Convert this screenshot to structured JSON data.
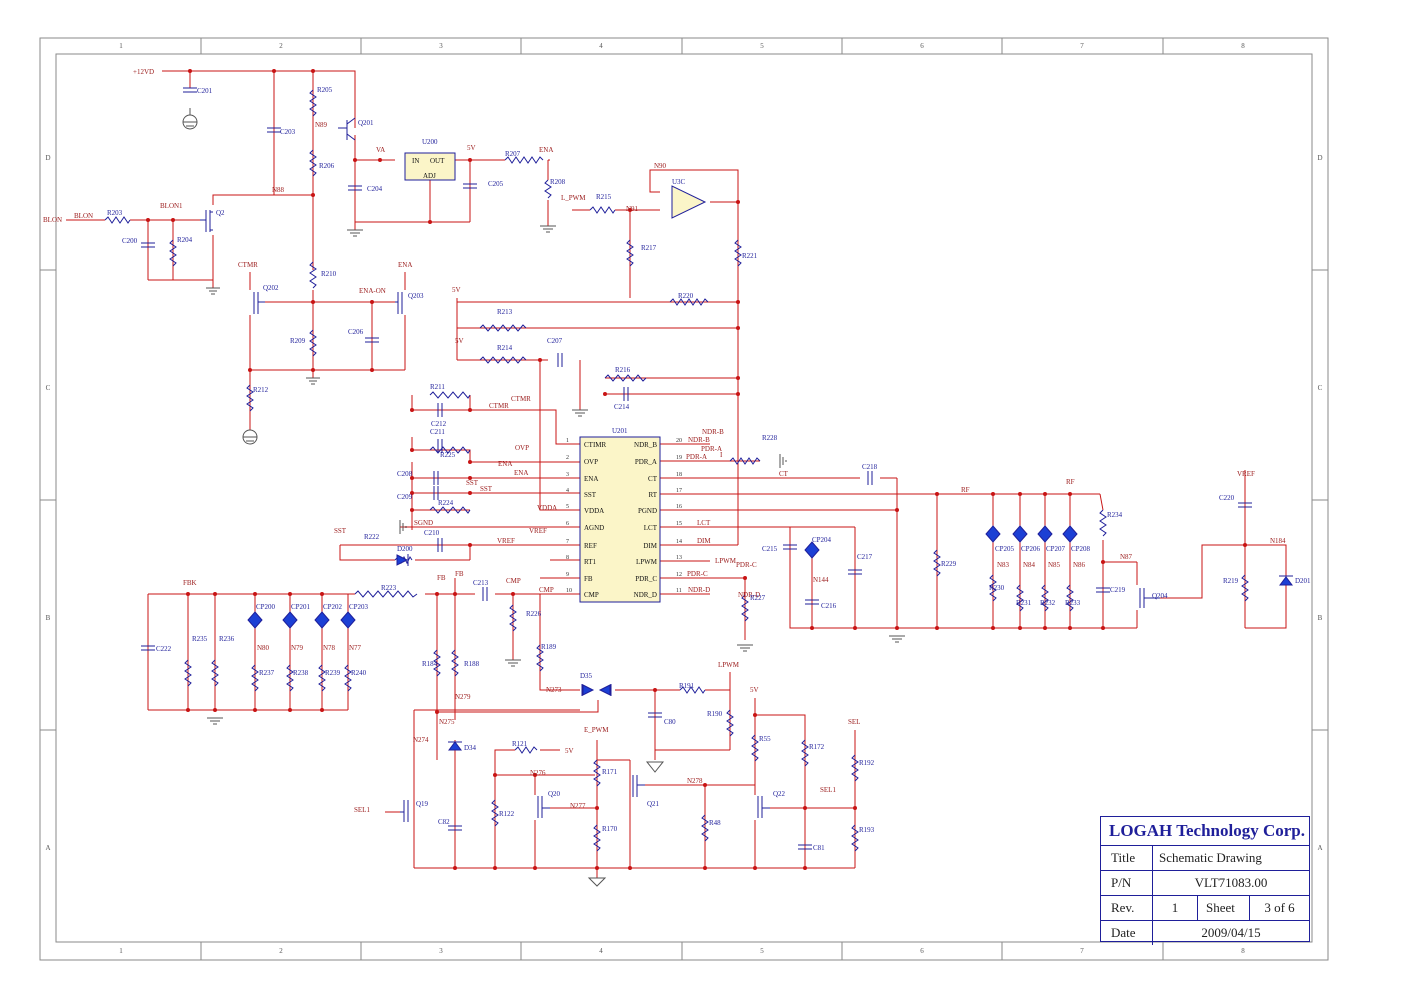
{
  "title_block": {
    "company": "LOGAH Technology Corp.",
    "title_label": "Title",
    "title_value": "Schematic Drawing",
    "pn_label": "P/N",
    "pn_value": "VLT71083.00",
    "rev_label": "Rev.",
    "rev_value": "1",
    "sheet_label": "Sheet",
    "sheet_value": "3 of 6",
    "date_label": "Date",
    "date_value": "2009/04/15"
  },
  "zones": {
    "columns": [
      "1",
      "2",
      "3",
      "4",
      "5",
      "6",
      "7",
      "8"
    ],
    "rows": [
      "D",
      "C",
      "B",
      "A"
    ]
  },
  "ic": {
    "ref": "U201",
    "left_pins": [
      {
        "num": "1",
        "name": "CTIMR"
      },
      {
        "num": "2",
        "name": "OVP"
      },
      {
        "num": "3",
        "name": "ENA"
      },
      {
        "num": "4",
        "name": "SST"
      },
      {
        "num": "5",
        "name": "VDDA"
      },
      {
        "num": "6",
        "name": "AGND"
      },
      {
        "num": "7",
        "name": "REF"
      },
      {
        "num": "8",
        "name": "RT1"
      },
      {
        "num": "9",
        "name": "FB"
      },
      {
        "num": "10",
        "name": "CMP"
      }
    ],
    "right_pins": [
      {
        "num": "20",
        "name": "NDR_B"
      },
      {
        "num": "19",
        "name": "PDR_A"
      },
      {
        "num": "18",
        "name": "CT"
      },
      {
        "num": "17",
        "name": "RT"
      },
      {
        "num": "16",
        "name": "PGND"
      },
      {
        "num": "15",
        "name": "LCT"
      },
      {
        "num": "14",
        "name": "DIM"
      },
      {
        "num": "13",
        "name": "LPWM"
      },
      {
        "num": "12",
        "name": "PDR_C"
      },
      {
        "num": "11",
        "name": "NDR_D"
      }
    ]
  },
  "regulator": {
    "ref": "U200",
    "pin_in": "IN",
    "pin_out": "OUT",
    "pin_adj": "ADJ"
  },
  "opamp": {
    "ref": "U3C"
  },
  "labels": [
    {
      "id": "l0",
      "text": "+12VD",
      "cls": "net"
    },
    {
      "id": "l1",
      "text": "C201",
      "cls": "lbl"
    },
    {
      "id": "l2",
      "text": "R205",
      "cls": "lbl"
    },
    {
      "id": "l3",
      "text": "Q201",
      "cls": "lbl"
    },
    {
      "id": "l4",
      "text": "N89",
      "cls": "net"
    },
    {
      "id": "l5",
      "text": "C203",
      "cls": "lbl"
    },
    {
      "id": "l6",
      "text": "R206",
      "cls": "lbl"
    },
    {
      "id": "l7",
      "text": "VA",
      "cls": "net"
    },
    {
      "id": "l8",
      "text": "C204",
      "cls": "lbl"
    },
    {
      "id": "l9",
      "text": "5V",
      "cls": "net"
    },
    {
      "id": "l10",
      "text": "C205",
      "cls": "lbl"
    },
    {
      "id": "l11",
      "text": "R207",
      "cls": "lbl"
    },
    {
      "id": "l12",
      "text": "ENA",
      "cls": "net"
    },
    {
      "id": "l13",
      "text": "R208",
      "cls": "lbl"
    },
    {
      "id": "l14",
      "text": "N90",
      "cls": "net"
    },
    {
      "id": "l15",
      "text": "L_PWM",
      "cls": "net"
    },
    {
      "id": "l16",
      "text": "R215",
      "cls": "lbl"
    },
    {
      "id": "l17",
      "text": "N91",
      "cls": "net"
    },
    {
      "id": "l18",
      "text": "R217",
      "cls": "lbl"
    },
    {
      "id": "l19",
      "text": "R221",
      "cls": "lbl"
    },
    {
      "id": "l20",
      "text": "BLON",
      "cls": "net"
    },
    {
      "id": "l21",
      "text": "BLON",
      "cls": "net"
    },
    {
      "id": "l22",
      "text": "R203",
      "cls": "lbl"
    },
    {
      "id": "l23",
      "text": "BLON1",
      "cls": "net"
    },
    {
      "id": "l24",
      "text": "Q2",
      "cls": "lbl"
    },
    {
      "id": "l25",
      "text": "N88",
      "cls": "net"
    },
    {
      "id": "l26",
      "text": "C200",
      "cls": "lbl"
    },
    {
      "id": "l27",
      "text": "R204",
      "cls": "lbl"
    },
    {
      "id": "l28",
      "text": "CTMR",
      "cls": "net"
    },
    {
      "id": "l29",
      "text": "R210",
      "cls": "lbl"
    },
    {
      "id": "l30",
      "text": "ENA",
      "cls": "net"
    },
    {
      "id": "l31",
      "text": "Q202",
      "cls": "lbl"
    },
    {
      "id": "l32",
      "text": "ENA-ON",
      "cls": "net"
    },
    {
      "id": "l33",
      "text": "Q203",
      "cls": "lbl"
    },
    {
      "id": "l34",
      "text": "C206",
      "cls": "lbl"
    },
    {
      "id": "l35",
      "text": "R209",
      "cls": "lbl"
    },
    {
      "id": "l36",
      "text": "R212",
      "cls": "lbl"
    },
    {
      "id": "l37",
      "text": "5V",
      "cls": "net"
    },
    {
      "id": "l38",
      "text": "R220",
      "cls": "lbl"
    },
    {
      "id": "l39",
      "text": "R213",
      "cls": "lbl"
    },
    {
      "id": "l40",
      "text": "5V",
      "cls": "net"
    },
    {
      "id": "l41",
      "text": "R214",
      "cls": "lbl"
    },
    {
      "id": "l42",
      "text": "C207",
      "cls": "lbl"
    },
    {
      "id": "l43",
      "text": "R216",
      "cls": "lbl"
    },
    {
      "id": "l44",
      "text": "C214",
      "cls": "lbl"
    },
    {
      "id": "l45",
      "text": "R211",
      "cls": "lbl"
    },
    {
      "id": "l46",
      "text": "CTMR",
      "cls": "net"
    },
    {
      "id": "l47",
      "text": "CTMR",
      "cls": "net"
    },
    {
      "id": "l48",
      "text": "C212",
      "cls": "lbl"
    },
    {
      "id": "l49",
      "text": "C211",
      "cls": "lbl"
    },
    {
      "id": "l50",
      "text": "OVP",
      "cls": "net"
    },
    {
      "id": "l51",
      "text": "R225",
      "cls": "lbl"
    },
    {
      "id": "l52",
      "text": "ENA",
      "cls": "net"
    },
    {
      "id": "l53",
      "text": "ENA",
      "cls": "net"
    },
    {
      "id": "l54",
      "text": "C208",
      "cls": "lbl"
    },
    {
      "id": "l55",
      "text": "SST",
      "cls": "net"
    },
    {
      "id": "l56",
      "text": "SST",
      "cls": "net"
    },
    {
      "id": "l57",
      "text": "C209",
      "cls": "lbl"
    },
    {
      "id": "l58",
      "text": "R224",
      "cls": "lbl"
    },
    {
      "id": "l59",
      "text": "VDDA",
      "cls": "net"
    },
    {
      "id": "l60",
      "text": "SGND",
      "cls": "net"
    },
    {
      "id": "l61",
      "text": "SST",
      "cls": "net"
    },
    {
      "id": "l62",
      "text": "R222",
      "cls": "lbl"
    },
    {
      "id": "l63",
      "text": "C210",
      "cls": "lbl"
    },
    {
      "id": "l64",
      "text": "VREF",
      "cls": "net"
    },
    {
      "id": "l65",
      "text": "VREF",
      "cls": "net"
    },
    {
      "id": "l66",
      "text": "D200",
      "cls": "lbl"
    },
    {
      "id": "l67",
      "text": "U201",
      "cls": "lbl"
    },
    {
      "id": "l68",
      "text": "NDR-B",
      "cls": "net"
    },
    {
      "id": "l69",
      "text": "NDR-B",
      "cls": "net"
    },
    {
      "id": "l70",
      "text": "PDR-A",
      "cls": "net"
    },
    {
      "id": "l71",
      "text": "PDR-A",
      "cls": "net"
    },
    {
      "id": "l72",
      "text": "R228",
      "cls": "lbl"
    },
    {
      "id": "l73",
      "text": "CT",
      "cls": "net"
    },
    {
      "id": "l74",
      "text": "C218",
      "cls": "lbl"
    },
    {
      "id": "l75",
      "text": "RF",
      "cls": "net"
    },
    {
      "id": "l76",
      "text": "RF",
      "cls": "net"
    },
    {
      "id": "l77",
      "text": "LCT",
      "cls": "net"
    },
    {
      "id": "l78",
      "text": "DIM",
      "cls": "net"
    },
    {
      "id": "l79",
      "text": "LPWM",
      "cls": "net"
    },
    {
      "id": "l80",
      "text": "PDR-C",
      "cls": "net"
    },
    {
      "id": "l81",
      "text": "PDR-C",
      "cls": "net"
    },
    {
      "id": "l82",
      "text": "NDR-D",
      "cls": "net"
    },
    {
      "id": "l83",
      "text": "NDR-D",
      "cls": "net"
    },
    {
      "id": "l84",
      "text": "R227",
      "cls": "lbl"
    },
    {
      "id": "l85",
      "text": "C215",
      "cls": "lbl"
    },
    {
      "id": "l86",
      "text": "CP204",
      "cls": "lbl"
    },
    {
      "id": "l87",
      "text": "N144",
      "cls": "net"
    },
    {
      "id": "l88",
      "text": "C216",
      "cls": "lbl"
    },
    {
      "id": "l89",
      "text": "C217",
      "cls": "lbl"
    },
    {
      "id": "l90",
      "text": "R229",
      "cls": "lbl"
    },
    {
      "id": "l91",
      "text": "CP205",
      "cls": "lbl"
    },
    {
      "id": "l92",
      "text": "CP206",
      "cls": "lbl"
    },
    {
      "id": "l93",
      "text": "CP207",
      "cls": "lbl"
    },
    {
      "id": "l94",
      "text": "CP208",
      "cls": "lbl"
    },
    {
      "id": "l95",
      "text": "N83",
      "cls": "net"
    },
    {
      "id": "l96",
      "text": "N84",
      "cls": "net"
    },
    {
      "id": "l97",
      "text": "N85",
      "cls": "net"
    },
    {
      "id": "l98",
      "text": "N86",
      "cls": "net"
    },
    {
      "id": "l99",
      "text": "R230",
      "cls": "lbl"
    },
    {
      "id": "l100",
      "text": "R231",
      "cls": "lbl"
    },
    {
      "id": "l101",
      "text": "R232",
      "cls": "lbl"
    },
    {
      "id": "l102",
      "text": "R233",
      "cls": "lbl"
    },
    {
      "id": "l103",
      "text": "R234",
      "cls": "lbl"
    },
    {
      "id": "l104",
      "text": "N87",
      "cls": "net"
    },
    {
      "id": "l105",
      "text": "C219",
      "cls": "lbl"
    },
    {
      "id": "l106",
      "text": "Q204",
      "cls": "lbl"
    },
    {
      "id": "l107",
      "text": "VREF",
      "cls": "net"
    },
    {
      "id": "l108",
      "text": "C220",
      "cls": "lbl"
    },
    {
      "id": "l109",
      "text": "N184",
      "cls": "net"
    },
    {
      "id": "l110",
      "text": "R219",
      "cls": "lbl"
    },
    {
      "id": "l111",
      "text": "D201",
      "cls": "lbl"
    },
    {
      "id": "l112",
      "text": "FBK",
      "cls": "net"
    },
    {
      "id": "l113",
      "text": "R223",
      "cls": "lbl"
    },
    {
      "id": "l114",
      "text": "FB",
      "cls": "net"
    },
    {
      "id": "l115",
      "text": "FB",
      "cls": "net"
    },
    {
      "id": "l116",
      "text": "C213",
      "cls": "lbl"
    },
    {
      "id": "l117",
      "text": "CMP",
      "cls": "net"
    },
    {
      "id": "l118",
      "text": "CMP",
      "cls": "net"
    },
    {
      "id": "l119",
      "text": "R226",
      "cls": "lbl"
    },
    {
      "id": "l120",
      "text": "CP200",
      "cls": "lbl"
    },
    {
      "id": "l121",
      "text": "CP201",
      "cls": "lbl"
    },
    {
      "id": "l122",
      "text": "CP202",
      "cls": "lbl"
    },
    {
      "id": "l123",
      "text": "CP203",
      "cls": "lbl"
    },
    {
      "id": "l124",
      "text": "C222",
      "cls": "lbl"
    },
    {
      "id": "l125",
      "text": "R235",
      "cls": "lbl"
    },
    {
      "id": "l126",
      "text": "R236",
      "cls": "lbl"
    },
    {
      "id": "l127",
      "text": "N80",
      "cls": "net"
    },
    {
      "id": "l128",
      "text": "N79",
      "cls": "net"
    },
    {
      "id": "l129",
      "text": "N78",
      "cls": "net"
    },
    {
      "id": "l130",
      "text": "N77",
      "cls": "net"
    },
    {
      "id": "l131",
      "text": "R237",
      "cls": "lbl"
    },
    {
      "id": "l132",
      "text": "R238",
      "cls": "lbl"
    },
    {
      "id": "l133",
      "text": "R239",
      "cls": "lbl"
    },
    {
      "id": "l134",
      "text": "R240",
      "cls": "lbl"
    },
    {
      "id": "l135",
      "text": "R184",
      "cls": "lbl"
    },
    {
      "id": "l136",
      "text": "R188",
      "cls": "lbl"
    },
    {
      "id": "l137",
      "text": "N279",
      "cls": "net"
    },
    {
      "id": "l138",
      "text": "N275",
      "cls": "net"
    },
    {
      "id": "l139",
      "text": "R189",
      "cls": "lbl"
    },
    {
      "id": "l140",
      "text": "D35",
      "cls": "lbl"
    },
    {
      "id": "l141",
      "text": "N273",
      "cls": "net"
    },
    {
      "id": "l142",
      "text": "R191",
      "cls": "lbl"
    },
    {
      "id": "l143",
      "text": "LPWM",
      "cls": "net"
    },
    {
      "id": "l144",
      "text": "C80",
      "cls": "lbl"
    },
    {
      "id": "l145",
      "text": "R190",
      "cls": "lbl"
    },
    {
      "id": "l146",
      "text": "5V",
      "cls": "net"
    },
    {
      "id": "l147",
      "text": "N274",
      "cls": "net"
    },
    {
      "id": "l148",
      "text": "D34",
      "cls": "lbl"
    },
    {
      "id": "l149",
      "text": "E_PWM",
      "cls": "net"
    },
    {
      "id": "l150",
      "text": "R121",
      "cls": "lbl"
    },
    {
      "id": "l151",
      "text": "5V",
      "cls": "net"
    },
    {
      "id": "l152",
      "text": "N276",
      "cls": "net"
    },
    {
      "id": "l153",
      "text": "R171",
      "cls": "lbl"
    },
    {
      "id": "l154",
      "text": "N278",
      "cls": "net"
    },
    {
      "id": "l155",
      "text": "R55",
      "cls": "lbl"
    },
    {
      "id": "l156",
      "text": "R172",
      "cls": "lbl"
    },
    {
      "id": "l157",
      "text": "SEL",
      "cls": "net"
    },
    {
      "id": "l158",
      "text": "R192",
      "cls": "lbl"
    },
    {
      "id": "l159",
      "text": "SEL1",
      "cls": "net"
    },
    {
      "id": "l160",
      "text": "Q19",
      "cls": "lbl"
    },
    {
      "id": "l161",
      "text": "R122",
      "cls": "lbl"
    },
    {
      "id": "l162",
      "text": "Q20",
      "cls": "lbl"
    },
    {
      "id": "l163",
      "text": "N277",
      "cls": "net"
    },
    {
      "id": "l164",
      "text": "Q21",
      "cls": "lbl"
    },
    {
      "id": "l165",
      "text": "R48",
      "cls": "lbl"
    },
    {
      "id": "l166",
      "text": "Q22",
      "cls": "lbl"
    },
    {
      "id": "l167",
      "text": "SEL1",
      "cls": "net"
    },
    {
      "id": "l168",
      "text": "R193",
      "cls": "lbl"
    },
    {
      "id": "l169",
      "text": "C82",
      "cls": "lbl"
    },
    {
      "id": "l170",
      "text": "R170",
      "cls": "lbl"
    },
    {
      "id": "l171",
      "text": "C81",
      "cls": "lbl"
    },
    {
      "id": "l172",
      "text": "I",
      "cls": "net"
    }
  ]
}
